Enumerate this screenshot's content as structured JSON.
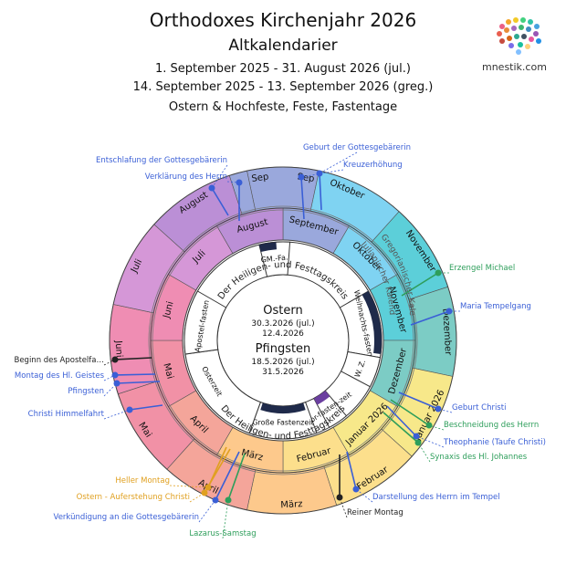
{
  "header": {
    "title": "Orthodoxes Kirchenjahr 2026",
    "subtitle": "Altkalendarier",
    "range_julian": "1. September 2025 - 31. August 2026 (jul.)",
    "range_gregorian": "14. September 2025 - 13. September 2026 (greg.)",
    "topic": "Ostern & Hochfeste, Feste, Fastentage",
    "brand": "mnestik.com"
  },
  "ring_labels": {
    "gregorian": "Gregorianischer Kalender",
    "julian": "Julianischer Kalender",
    "feast_cycle": "Der Heiligen- und Festtagskreis"
  },
  "months_outer": [
    {
      "label": "Sep",
      "color": "#9aa8dc"
    },
    {
      "label": "Oktober",
      "color": "#7fd3f2"
    },
    {
      "label": "November",
      "color": "#5ccfd9"
    },
    {
      "label": "Dezember",
      "color": "#7cccc5"
    },
    {
      "label": "Januar 2026",
      "color": "#f7e88a"
    },
    {
      "label": "Februar",
      "color": "#fcdf8c"
    },
    {
      "label": "März",
      "color": "#fdc98c"
    },
    {
      "label": "April",
      "color": "#f4a59a"
    },
    {
      "label": "Mai",
      "color": "#f191a6"
    },
    {
      "label": "Juni",
      "color": "#ef8db3"
    },
    {
      "label": "Juli",
      "color": "#d597d7"
    },
    {
      "label": "August",
      "color": "#bb8fd6"
    },
    {
      "label": "Sep",
      "color": "#9aa8dc"
    }
  ],
  "months_inner": [
    {
      "label": "September",
      "color": "#9aa8dc"
    },
    {
      "label": "Oktober",
      "color": "#7fd3f2"
    },
    {
      "label": "November",
      "color": "#5ccfd9"
    },
    {
      "label": "Dezember",
      "color": "#7cccc5"
    },
    {
      "label": "Januar 2026",
      "color": "#f7e88a"
    },
    {
      "label": "Februar",
      "color": "#fcdf8c"
    },
    {
      "label": "März",
      "color": "#fdc98c"
    },
    {
      "label": "April",
      "color": "#f4a59a"
    },
    {
      "label": "Mai",
      "color": "#f191a6"
    },
    {
      "label": "Juni",
      "color": "#ef8db3"
    },
    {
      "label": "Juli",
      "color": "#d597d7"
    },
    {
      "label": "August",
      "color": "#bb8fd6"
    }
  ],
  "fasts": [
    {
      "label": "GM.-Fa."
    },
    {
      "label": "Weihnachts-fasten"
    },
    {
      "label": "W. Z."
    },
    {
      "label": "Vor-fasten-zeit"
    },
    {
      "label": "Große Fastenzeit"
    },
    {
      "label": "Osterzeit"
    },
    {
      "label": "Apostel-fasten"
    }
  ],
  "center": {
    "easter_title": "Ostern",
    "easter_julian": "30.3.2026 (jul.)",
    "easter_greg": "12.4.2026",
    "pentecost_title": "Pfingsten",
    "pentecost_julian": "18.5.2026 (jul.)",
    "pentecost_greg": "31.5.2026"
  },
  "annotations": [
    {
      "text": "Geburt der Gottesgebärerin",
      "color": "#3a5fd6"
    },
    {
      "text": "Kreuzerhöhung",
      "color": "#3a5fd6"
    },
    {
      "text": "Entschlafung der Gottesgebärerin",
      "color": "#3a5fd6"
    },
    {
      "text": "Verklärung des Herrn",
      "color": "#3a5fd6"
    },
    {
      "text": "Erzengel Michael",
      "color": "#2e9e5b"
    },
    {
      "text": "Maria Tempelgang",
      "color": "#3a5fd6"
    },
    {
      "text": "Geburt Christi",
      "color": "#3a5fd6"
    },
    {
      "text": "Beschneidung des Herrn",
      "color": "#2e9e5b"
    },
    {
      "text": "Theophanie (Taufe Christi)",
      "color": "#3a5fd6"
    },
    {
      "text": "Synaxis des Hl. Johannes",
      "color": "#2e9e5b"
    },
    {
      "text": "Darstellung des Herrn im Tempel",
      "color": "#3a5fd6"
    },
    {
      "text": "Reiner Montag",
      "color": "#222222"
    },
    {
      "text": "Beginn des Apostelfa…",
      "color": "#222222"
    },
    {
      "text": "Montag des Hl. Geistes",
      "color": "#3a5fd6"
    },
    {
      "text": "Pfingsten",
      "color": "#3a5fd6"
    },
    {
      "text": "Christi Himmelfahrt",
      "color": "#3a5fd6"
    },
    {
      "text": "Heller Montag",
      "color": "#e0a020"
    },
    {
      "text": "Ostern - Auferstehung Christi",
      "color": "#e0a020"
    },
    {
      "text": "Verkündigung an die Gottesgebärerin",
      "color": "#3a5fd6"
    },
    {
      "text": "Lazarus-Samstag",
      "color": "#2e9e5b"
    }
  ]
}
